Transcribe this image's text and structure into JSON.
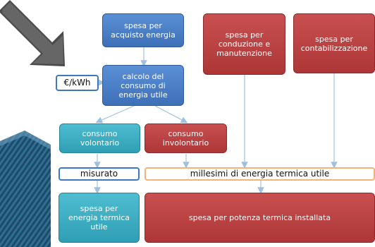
{
  "colors": {
    "blue": "#4b83cc",
    "red": "#b84343",
    "teal": "#3aafc4",
    "arrow": "#9ec1e1",
    "grey_arrow": "#5a5a5a",
    "orange_outline": "#f3b277",
    "blue_outline": "#3f78c2"
  },
  "icons": {
    "pointer_arrow": "big-diagonal-arrow-icon",
    "left_decoration": "striped-ribbon-decoration"
  },
  "boxes": {
    "acquisto": "spesa per\nacquisto energia",
    "conduzione": "spesa  per\nconduzione e\nmanutenzione",
    "contabilizzazione": "spesa  per\ncontabilizzazione",
    "unit": "€/kWh",
    "calcolo": "calcolo del\nconsumo di\nenergia utile",
    "volontario": "consumo\nvolontario",
    "involontario": "consumo\ninvolontario",
    "misurato": "misurato",
    "millesimi": "millesimi di energia termica utile",
    "spesa_energia": "spesa per\nenergia termica\nutile",
    "spesa_potenza": "spesa per potenza termica installata"
  }
}
